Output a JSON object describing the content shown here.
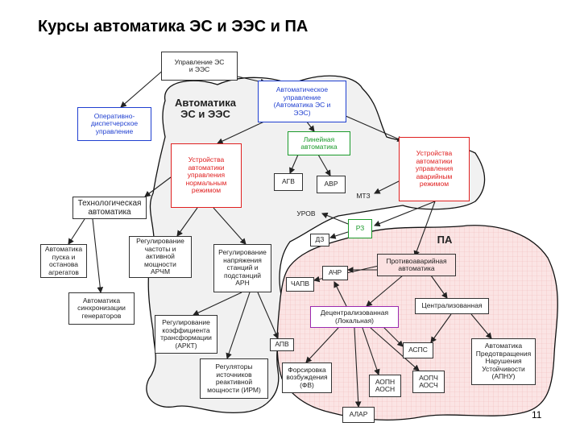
{
  "title": "Курсы автоматика ЭС и ЭЭС и ПА",
  "page_number": "11",
  "labels": {
    "aes": "Автоматика\nЭС и ЭЭС",
    "pa": "ПА"
  },
  "nodes": {
    "upravlenie": "Управление ЭС\nи ЭЭС",
    "avt_upr": "Автоматическое\nуправление\n(Автоматика ЭС и\nЭЭС)",
    "oper": "Оперативно-\nдиспетчерское\nуправление",
    "lin": "Линейная\nавтоматика",
    "ustr_norm": "Устройства\nавтоматики\nуправления\nнормальным\nрежимом",
    "ustr_avar": "Устройства\nавтоматики\nуправления\nаварийным\nрежимом",
    "agv": "АГВ",
    "avr": "АВР",
    "mtz": "МТЗ",
    "tech": "Технологическая\nавтоматика",
    "urov": "УРОВ",
    "rz": "РЗ",
    "dz": "ДЗ",
    "pusk": "Автоматика\nпуска и\nостанова\nагрегатов",
    "arch": "Регулирование\nчастоты и\nактивной\nмощности\nАРЧМ",
    "arn": "Регулирование\nнапряжения\nстанций и\nподстанций\nАРН",
    "protivo": "Противоаварийная\nавтоматика",
    "chapv": "ЧАПВ",
    "achr": "АЧР",
    "sinhr": "Автоматика\nсинхронизации\nгенераторов",
    "central": "Централизованная",
    "decentral": "Децентрализованная\n(Локальная)",
    "arkt": "Регулирование\nкоэффициента\nтрансформации\n(АРКТ)",
    "apv": "АПВ",
    "asps": "АСПС",
    "annp": "Автоматика\nПредотвращения\nНарушения\nУстойчивости\n(АПНУ)",
    "irm": "Регуляторы\nисточников\nреактивной\nмощности (ИРМ)",
    "fv": "Форсировка\nвозбуждения\n(ФВ)",
    "aopn": "АОПН\nАОСН",
    "aopch": "АОПЧ\nАОСЧ",
    "alar": "АЛАР"
  },
  "colors": {
    "blue": "#1f3fd0",
    "red": "#e02020",
    "green": "#1a9a2a",
    "purple": "#9a2ab0",
    "pink_region": "#f7d3d3"
  }
}
